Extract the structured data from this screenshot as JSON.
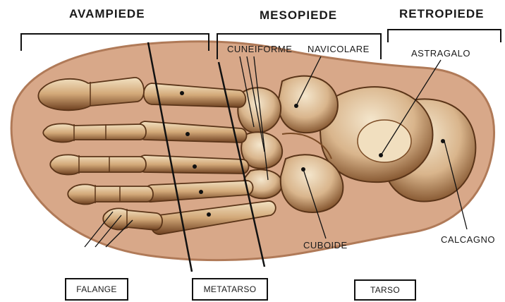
{
  "headers": {
    "forefoot": "AVAMPIEDE",
    "midfoot": "MESOPIEDE",
    "hindfoot": "RETROPIEDE"
  },
  "labels": {
    "cuneiform": "CUNEIFORME",
    "navicular": "NAVICOLARE",
    "talus": "ASTRAGALO",
    "calcaneus": "CALCAGNO",
    "cuboid": "CUBOIDE"
  },
  "boxes": {
    "phalanges": "FALANGE",
    "metatarsus": "METATARSO",
    "tarsus": "TARSO"
  },
  "colors": {
    "silhouette": "#d8a889",
    "silhouette_edge": "#b07a58",
    "bone": "#e8d2b0",
    "bone_shadow": "#8a5a32",
    "bone_dark": "#5a3418",
    "line": "#111111"
  }
}
